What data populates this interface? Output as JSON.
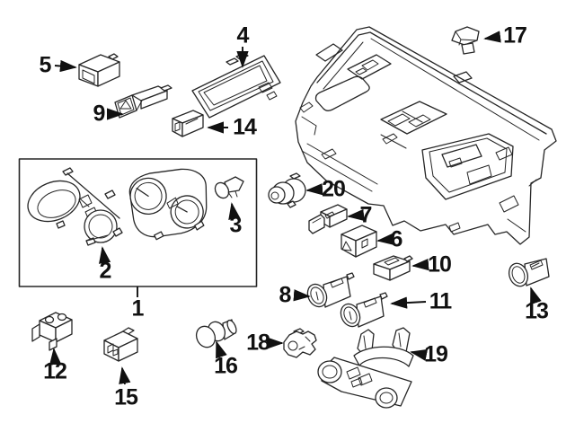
{
  "figure": {
    "background_color": "#ffffff",
    "line_color": "#262626",
    "label_color": "#111111"
  },
  "callouts": {
    "n1": "1",
    "n2": "2",
    "n3": "3",
    "n4": "4",
    "n5": "5",
    "n6": "6",
    "n7": "7",
    "n8": "8",
    "n9": "9",
    "n10": "10",
    "n11": "11",
    "n12": "12",
    "n13": "13",
    "n14": "14",
    "n15": "15",
    "n16": "16",
    "n17": "17",
    "n18": "18",
    "n19": "19",
    "n20": "20"
  }
}
